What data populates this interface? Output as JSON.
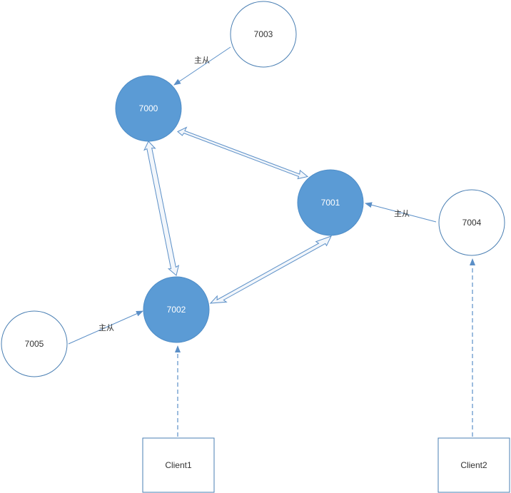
{
  "colors": {
    "master_fill": "#5b9bd5",
    "master_stroke": "#4f8dc7",
    "slave_stroke": "#4a7fb3",
    "arrow": "#5b8fc7",
    "pipe_fill": "#f2f6fb",
    "pipe_stroke": "#5b8fc7",
    "client_stroke": "#4a7fb3"
  },
  "nodes": {
    "n7000": {
      "label": "7000",
      "role": "master"
    },
    "n7001": {
      "label": "7001",
      "role": "master"
    },
    "n7002": {
      "label": "7002",
      "role": "master"
    },
    "n7003": {
      "label": "7003",
      "role": "slave"
    },
    "n7004": {
      "label": "7004",
      "role": "slave"
    },
    "n7005": {
      "label": "7005",
      "role": "slave"
    }
  },
  "clients": {
    "client1": {
      "label": "Client1"
    },
    "client2": {
      "label": "Client2"
    }
  },
  "edges": {
    "e7003": {
      "from": "7003",
      "to": "7000",
      "label": "主从"
    },
    "e7004": {
      "from": "7004",
      "to": "7001",
      "label": "主从"
    },
    "e7005": {
      "from": "7005",
      "to": "7002",
      "label": "主从"
    }
  },
  "links": [
    {
      "between": [
        "7000",
        "7001"
      ],
      "style": "double-arrow"
    },
    {
      "between": [
        "7000",
        "7002"
      ],
      "style": "double-arrow"
    },
    {
      "between": [
        "7001",
        "7002"
      ],
      "style": "double-arrow"
    }
  ],
  "client_links": [
    {
      "from": "Client1",
      "to": "7002",
      "style": "dashed"
    },
    {
      "from": "Client2",
      "to": "7004",
      "style": "dashed"
    }
  ]
}
